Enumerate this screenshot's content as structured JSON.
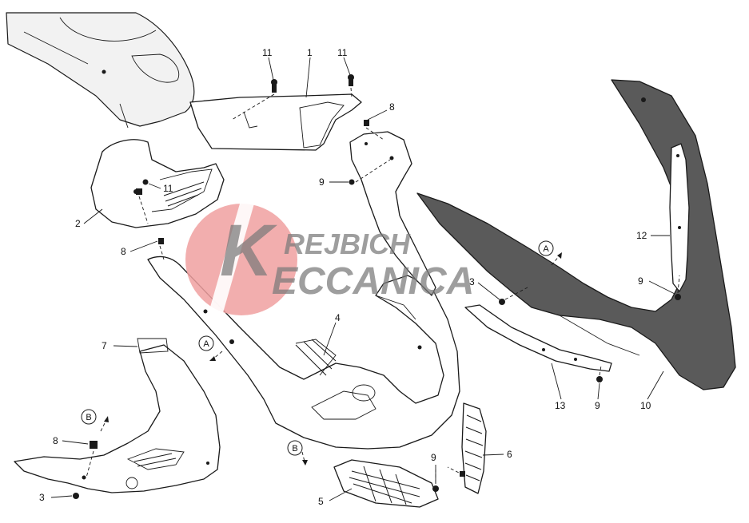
{
  "diagram": {
    "callouts": [
      {
        "id": "c1",
        "text": "1"
      },
      {
        "id": "c11a",
        "text": "11"
      },
      {
        "id": "c11b",
        "text": "11"
      },
      {
        "id": "c8a",
        "text": "8"
      },
      {
        "id": "c9a",
        "text": "9"
      },
      {
        "id": "c11c",
        "text": "11"
      },
      {
        "id": "c2",
        "text": "2"
      },
      {
        "id": "c8b",
        "text": "8"
      },
      {
        "id": "c12",
        "text": "12"
      },
      {
        "id": "c3a",
        "text": "3"
      },
      {
        "id": "c9b",
        "text": "9"
      },
      {
        "id": "c4",
        "text": "4"
      },
      {
        "id": "c7",
        "text": "7"
      },
      {
        "id": "c13",
        "text": "13"
      },
      {
        "id": "c9c",
        "text": "9"
      },
      {
        "id": "c10",
        "text": "10"
      },
      {
        "id": "c8c",
        "text": "8"
      },
      {
        "id": "c6",
        "text": "6"
      },
      {
        "id": "c9d",
        "text": "9"
      },
      {
        "id": "c3b",
        "text": "3"
      },
      {
        "id": "c5",
        "text": "5"
      }
    ],
    "refs": [
      {
        "id": "ra1",
        "text": "A"
      },
      {
        "id": "ra2",
        "text": "A"
      },
      {
        "id": "rb1",
        "text": "B"
      },
      {
        "id": "rb2",
        "text": "B"
      }
    ]
  },
  "watermark": {
    "line1": "REJBICH",
    "line2": "ECCANICA",
    "colors": {
      "disc": "#f0a0a0",
      "letters": "#7a7a7a"
    }
  }
}
